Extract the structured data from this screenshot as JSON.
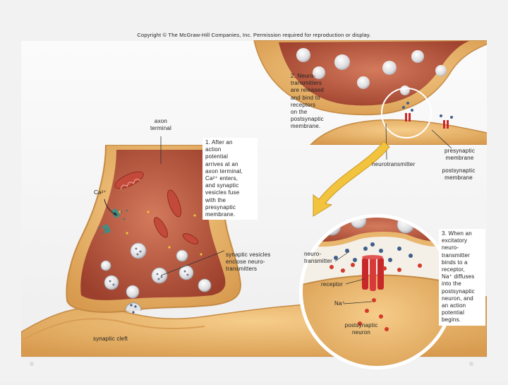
{
  "copyright": "Copyright © The McGraw-Hill Companies, Inc. Permission required for reproduction or display.",
  "labels": {
    "axon_terminal": "axon\nterminal",
    "ca": "Ca²⁺",
    "step1": "1. After an\naction\npotential\narrives at an\naxon terminal,\nCa²⁺ enters,\nand synaptic\nvesicles fuse\nwith the\npresynaptic\nmembrane.",
    "step2": "2. Neuro-\ntransmitters\nare released\nand bind to\nreceptors\non the\npostsynaptic\nmembrane.",
    "step3": "3. When an\nexcitatory\nneuro-\ntransmitter\nbinds to a\nreceptor,\nNa⁺ diffuses\ninto the\npostsynaptic\nneuron, and\nan action\npotential\nbegins.",
    "synaptic_vesicles": "synaptic vesicles\nenclose neuro-\ntransmitters",
    "synaptic_cleft": "synaptic cleft",
    "neurotransmitter_top": "neurotransmitter",
    "presynaptic_membrane": "presynaptic\nmembrane",
    "postsynaptic_membrane": "postsynaptic\nmembrane",
    "neurotransmitter_zoom": "neuro-\ntransmitter",
    "receptor": "receptor",
    "na": "Na⁺",
    "postsynaptic_neuron": "postsynaptic\nneuron"
  },
  "colors": {
    "tissue": "#e9b66e",
    "tissue_dark": "#c98e44",
    "cytoplasm": "#b5543a",
    "cytoplasm_light": "#cf7557",
    "vesicle": "#e4e4e6",
    "receptor": "#c8282a",
    "neurotransmitter_blue": "#3f5e8a",
    "na_red": "#d23a2a",
    "channel_teal": "#3f8f86",
    "arrow": "#f2c33c"
  }
}
